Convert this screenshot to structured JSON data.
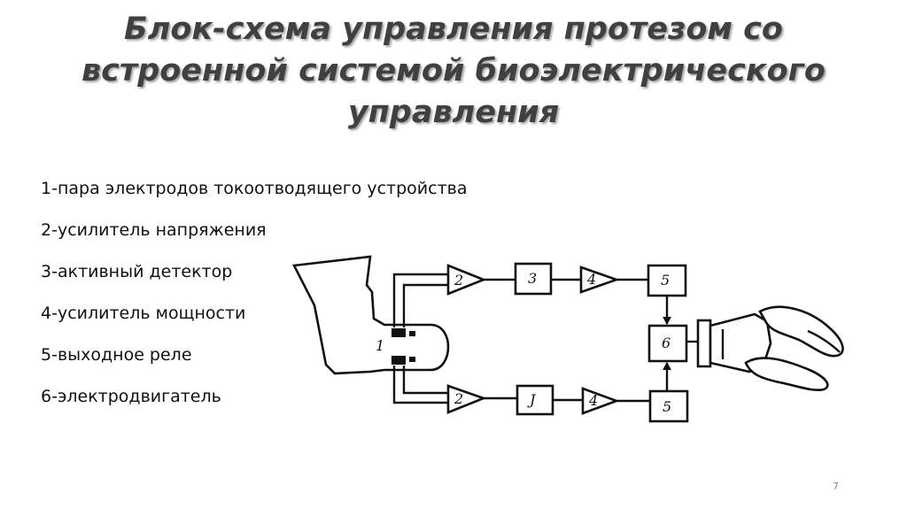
{
  "title": {
    "line1": "Блок-схема управления протезом со",
    "line2": "встроенной системой биоэлектрического",
    "line3": "управления"
  },
  "legend": {
    "items": [
      "1-пара электродов токоотводящего устройства",
      "2-усилитель напряжения",
      "3-активный детектор",
      "4-усилитель мощности",
      "5-выходное реле",
      "6-электродвигатель"
    ]
  },
  "diagram": {
    "label_1": "1",
    "top_amp": "2",
    "top_detector": "3",
    "top_power_amp": "4",
    "top_relay": "5",
    "motor": "6",
    "bottom_amp": "2",
    "bottom_detector": "J",
    "bottom_power_amp": "4",
    "bottom_relay": "5"
  },
  "page_number": "7"
}
